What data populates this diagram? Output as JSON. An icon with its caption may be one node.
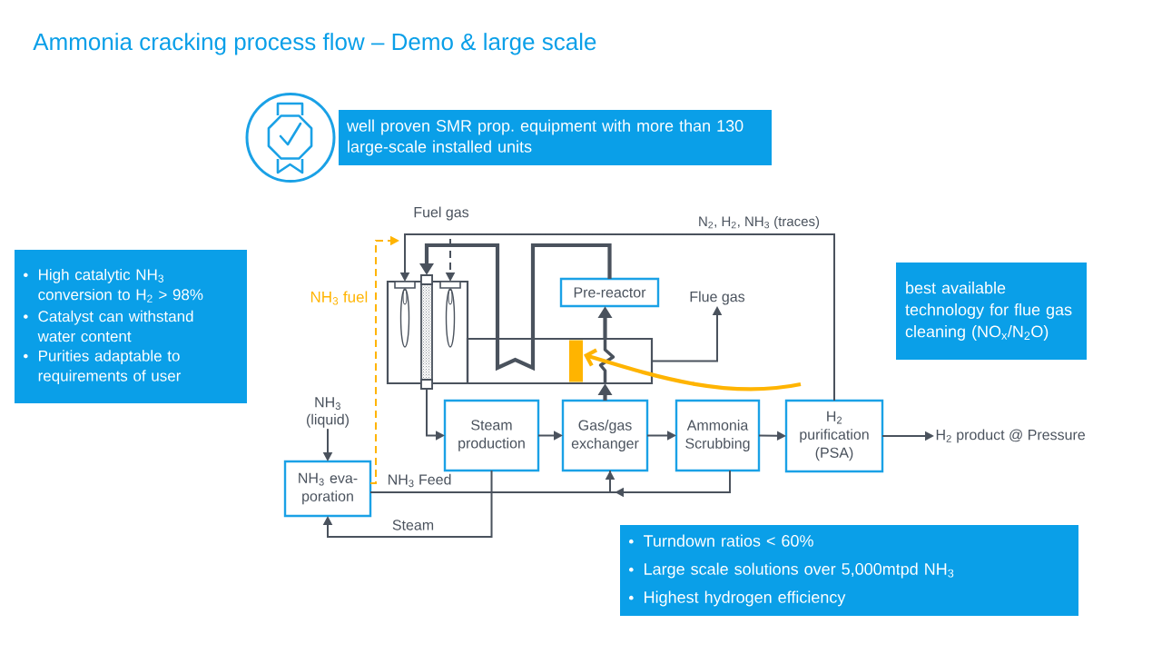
{
  "diagram": {
    "title": "Ammonia cracking process flow – Demo & large scale",
    "nodes": [
      {
        "text": [
          "well proven SMR prop. equipment with more than 130 large-scale installed units"
        ]
      },
      {
        "text": [
          "High catalytic NH$_{3}$ conversion to H$_{2}$ > 98%",
          "Catalyst can withstand water content",
          "Purities adaptable to requirements of user"
        ]
      },
      {
        "text": [],
        "shape": "box"
      },
      {
        "text": [],
        "shape": "box",
        "in": 2
      },
      {
        "text": [],
        "shape": "box",
        "in": 2
      },
      {
        "text": [],
        "shape": "bar"
      },
      {
        "text": [
          "Pre-reactor"
        ]
      },
      {
        "text": [],
        "shape": "box"
      },
      {
        "text": [],
        "shape": "bar",
        "in": 7
      },
      {
        "text": [
          "Flue gas"
        ]
      },
      {
        "text": [
          "best available technology for flue gas cleaning (NO$_{x}$/N$_{2}$O)"
        ]
      },
      {
        "text": [
          "NH$_{3}$ (liquid)"
        ]
      },
      {
        "text": [
          "Steam production"
        ]
      },
      {
        "text": [
          "Gas/gas exchanger"
        ]
      },
      {
        "text": [
          "Ammonia Scrubbing"
        ]
      },
      {
        "text": [
          "H$_{2}$ purification (PSA)"
        ]
      },
      {
        "text": [
          "H$_{2}$ product @ Pressure"
        ]
      },
      {
        "text": [
          "NH$_{3}$ eva- poration"
        ]
      },
      {
        "text": [
          "Turndown ratios < 60%",
          "Large scale solutions over 5,000mtpd NH$_{3}$",
          "Highest hydrogen efficiency"
        ]
      }
    ],
    "edges": [
      {
        "from": 15,
        "to": 3,
        "arrow": "to",
        "label": "N$_{2}$, H$_{2}$, NH$_{3}$ (traces)"
      },
      {
        "from": 15,
        "to": 4,
        "arrow": "to",
        "style": "dashed"
      },
      {
        "from": 17,
        "to": null,
        "arrow": "to",
        "label": "NH$_{3}$ fuel",
        "style": "dashed",
        "color": "#ffb400"
      },
      {
        "from": 6,
        "to": 5,
        "arrow": "to",
        "style": "thick"
      },
      {
        "from": 5,
        "to": 12,
        "arrow": "to"
      },
      {
        "from": 12,
        "to": 13,
        "arrow": "to"
      },
      {
        "from": 13,
        "to": 7,
        "arrow": "to",
        "style": "thick"
      },
      {
        "from": 7,
        "to": 6,
        "arrow": "to",
        "style": "thick"
      },
      {
        "from": 7,
        "to": 9,
        "arrow": "to"
      },
      {
        "from": null,
        "to": 8,
        "arrow": "to",
        "style": "thick",
        "color": "#ffb400"
      },
      {
        "from": 13,
        "to": 14,
        "arrow": "to"
      },
      {
        "from": 14,
        "to": 15,
        "arrow": "to"
      },
      {
        "from": 15,
        "to": 16,
        "arrow": "to"
      },
      {
        "from": 14,
        "to": 13,
        "arrow": "to"
      },
      {
        "from": 17,
        "to": 13,
        "arrow": "to",
        "label": "NH$_{3}$ Feed"
      },
      {
        "from": 12,
        "to": 17,
        "arrow": "to",
        "label": "Steam"
      },
      {
        "from": 11,
        "to": 17,
        "arrow": "to"
      }
    ],
    "labels": [
      "Fuel gas"
    ]
  }
}
